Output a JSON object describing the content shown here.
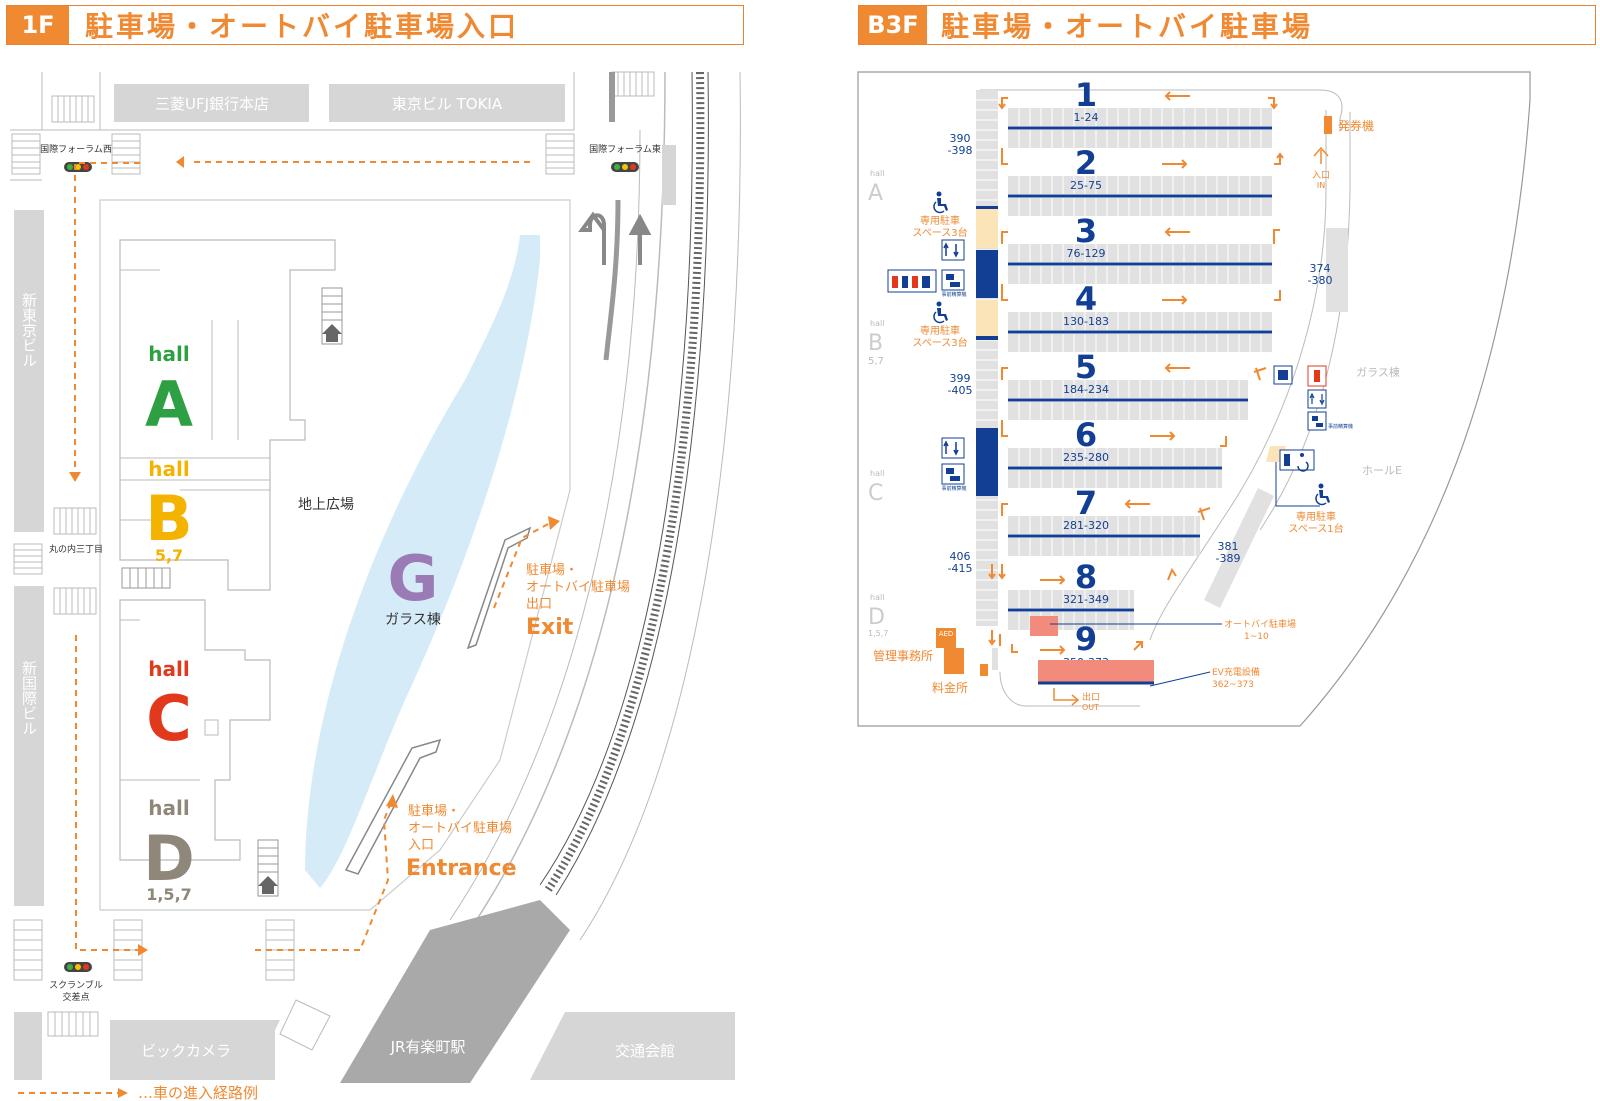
{
  "left_map": {
    "floor": "1F",
    "title": "駐車場・オートバイ駐車場入口",
    "buildings": {
      "top_left": "三菱UFJ銀行本店",
      "top_right": "東京ビル TOKIA",
      "left_upper": "新東京ビル",
      "left_lower": "新国際ビル",
      "bottom_left": "ビックカメラ",
      "bottom_mid": "JR有楽町駅",
      "bottom_right": "交通会館"
    },
    "signals": {
      "nw": "国際フォーラム西",
      "ne": "国際フォーラム東",
      "w_mid": "丸の内三丁目",
      "sw_line1": "スクランブル",
      "sw_line2": "交差点"
    },
    "halls": {
      "a_small": "hall",
      "a_big": "A",
      "b_small": "hall",
      "b_big": "B",
      "b_floors": "5,7",
      "c_small": "hall",
      "c_big": "C",
      "d_small": "hall",
      "d_big": "D",
      "d_floors": "1,5,7",
      "g_big": "G",
      "g_label": "ガラス棟"
    },
    "plaza": "地上広場",
    "exit": {
      "line1": "駐車場・",
      "line2": "オートバイ駐車場",
      "line3": "出口",
      "big": "Exit"
    },
    "entrance": {
      "line1": "駐車場・",
      "line2": "オートバイ駐車場",
      "line3": "入口",
      "big": "Entrance"
    },
    "legend": "…車の進入経路例"
  },
  "right_map": {
    "floor": "B3F",
    "title": "駐車場・オートバイ駐車場",
    "rows": [
      {
        "num": "1",
        "range": "1-24"
      },
      {
        "num": "2",
        "range": "25-75"
      },
      {
        "num": "3",
        "range": "76-129"
      },
      {
        "num": "4",
        "range": "130-183"
      },
      {
        "num": "5",
        "range": "184-234"
      },
      {
        "num": "6",
        "range": "235-280"
      },
      {
        "num": "7",
        "range": "281-320"
      },
      {
        "num": "8",
        "range": "321-349"
      },
      {
        "num": "9",
        "range": "350-373"
      }
    ],
    "side_ranges": {
      "r390_a": "390",
      "r390_b": "-398",
      "r399_a": "399",
      "r399_b": "-405",
      "r406_a": "406",
      "r406_b": "-415",
      "r374_a": "374",
      "r374_b": "-380",
      "r381_a": "381",
      "r381_b": "-389"
    },
    "halls": {
      "a_small": "hall",
      "a_big": "A",
      "b_small": "hall",
      "b_big": "B",
      "b_floors": "5,7",
      "c_small": "hall",
      "c_big": "C",
      "d_small": "hall",
      "d_big": "D",
      "d_floors": "1,5,7"
    },
    "glass_building": "ガラス棟",
    "hall_e": "ホールE",
    "ticket_machine": "発券機",
    "entry_jp": "入口",
    "entry_en": "IN",
    "exit_jp": "出口",
    "exit_en": "OUT",
    "handicap_space_1": {
      "line1": "専用駐車",
      "line2": "スペース3台"
    },
    "handicap_space_2": {
      "line1": "専用駐車",
      "line2": "スペース3台"
    },
    "handicap_space_3": {
      "line1": "専用駐車",
      "line2": "スペース1台"
    },
    "prepay_machine": "事前精算機",
    "office": "管理事務所",
    "toll_booth": "料金所",
    "aed": "AED",
    "motorcycle": {
      "line1": "オートバイ駐車場",
      "line2": "1~10"
    },
    "ev": {
      "line1": "EV充電設備",
      "line2": "362~373"
    }
  },
  "colors": {
    "orange": "#ef8a32",
    "blue": "#123f93",
    "glass": "#d6ebf8",
    "gray": "#d6d6d6",
    "hall_a": "#2ea043",
    "hall_b": "#f3b300",
    "hall_c": "#e2381c",
    "hall_d": "#8f887a",
    "hall_g": "#9a7bb6"
  }
}
